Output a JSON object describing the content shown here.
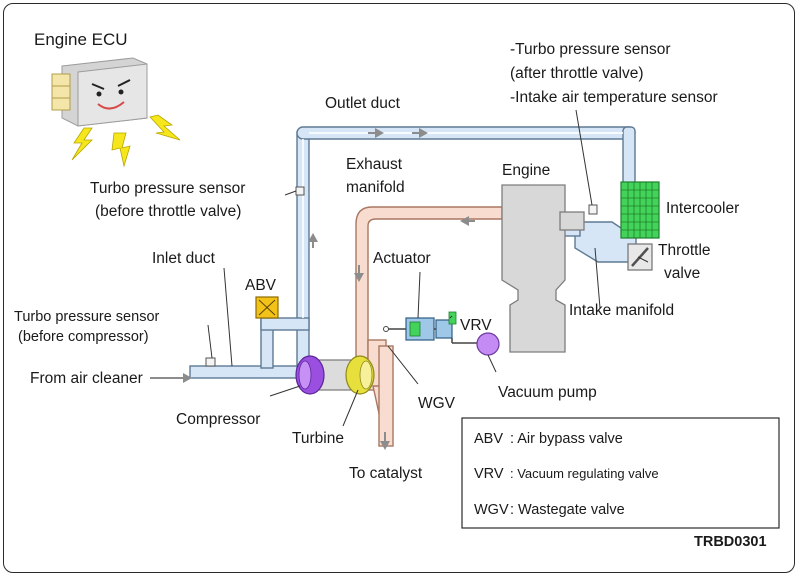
{
  "title": "Engine ECU",
  "labels": {
    "turbo_sensor_after_1": "-Turbo pressure sensor",
    "turbo_sensor_after_2": "(after throttle valve)",
    "intake_air_temp_sensor": "-Intake air temperature sensor",
    "outlet_duct": "Outlet duct",
    "exhaust_manifold_1": "Exhaust",
    "exhaust_manifold_2": "manifold",
    "engine": "Engine",
    "intercooler": "Intercooler",
    "throttle_valve_1": "Throttle",
    "throttle_valve_2": "valve",
    "turbo_sensor_before_throttle_1": "Turbo pressure sensor",
    "turbo_sensor_before_throttle_2": "(before throttle valve)",
    "inlet_duct": "Inlet duct",
    "abv": "ABV",
    "actuator": "Actuator",
    "vrv": "VRV",
    "intake_manifold": "Intake manifold",
    "turbo_sensor_before_compressor_1": "Turbo pressure sensor",
    "turbo_sensor_before_compressor_2": "(before compressor)",
    "from_air_cleaner": "From air cleaner",
    "vacuum_pump": "Vacuum pump",
    "wgv": "WGV",
    "compressor": "Compressor",
    "turbine": "Turbine",
    "to_catalyst": "To catalyst"
  },
  "legend": [
    {
      "code": "ABV",
      "text": ": Air bypass valve"
    },
    {
      "code": "VRV",
      "text": ": Vacuum regulating valve"
    },
    {
      "code": "WGV",
      "text": ": Wastegate valve"
    }
  ],
  "figure_code": "TRBD0301",
  "colors": {
    "intake_fill": "#d6e6f7",
    "exhaust_fill": "#f8dccf",
    "intercooler": "#44d35a",
    "compressor": "#9a4fe0",
    "turbine": "#e6df3c",
    "vacuum_pump": "#c58bf5",
    "abv": "#f2c218",
    "ecu_box": "#e6e6e6",
    "lightning": "#f6e61c",
    "arrow": "#8c8c8c"
  }
}
